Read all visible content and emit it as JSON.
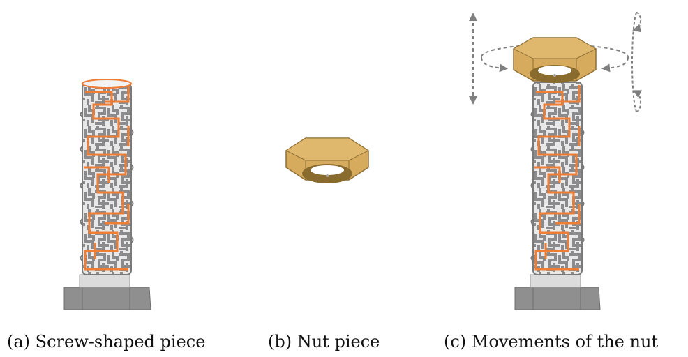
{
  "panels": [
    {
      "label": "(a) Screw-shaped piece"
    },
    {
      "label": "(b) Nut piece"
    },
    {
      "label": "(c) Movements of the nut"
    }
  ],
  "colors": {
    "maze_orange": "#ee7d35",
    "maze_gray": "#8a8a8c",
    "maze_light": "#e6e6e6",
    "head_gray": "#909090",
    "nut_tan": "#d4a85a",
    "nut_dark": "#8d6e32",
    "arrow_gray": "#808080"
  }
}
